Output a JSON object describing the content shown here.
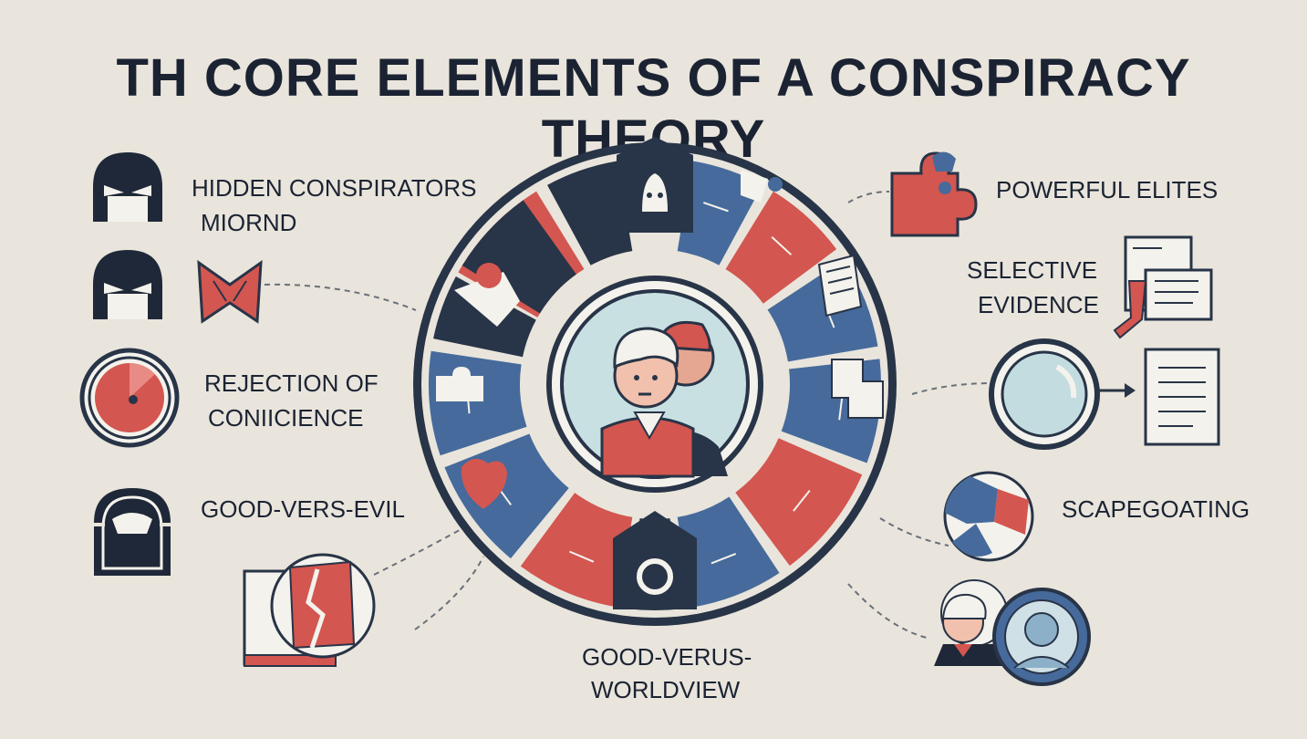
{
  "title": "TH CORE ELEMENTS OF A CONSPIRACY THEORY",
  "colors": {
    "background": "#e9e5dc",
    "navy": "#283447",
    "red": "#d35650",
    "blue": "#466a9b",
    "paper": "#f4f2ec"
  },
  "left_labels": {
    "hidden_line1": "HIDDEN CONSPIRATORS",
    "hidden_line2": "MIORND",
    "rejection_line1": "REJECTION OF",
    "rejection_line2": "CONIICIENCE",
    "good_vs_evil": "GOOD-VERS-EVIL"
  },
  "right_labels": {
    "powerful_elites": "POWERFUL ELITES",
    "selective_line1": "SELECTIVE",
    "selective_line2": "EVIDENCE",
    "scapegoating": "SCAPEGOATING"
  },
  "bottom_label": {
    "line1": "GOOD-VERUS-",
    "line2": "WORLDVIEW"
  },
  "icons": [
    "masked-head-icon",
    "masked-head-icon",
    "broken-heart-icon",
    "red-gauge-icon",
    "tombstone-mask-icon",
    "broken-book-icon",
    "puzzle-piece-icon",
    "document-stamp-icon",
    "magnifying-glass-icon",
    "document-icon",
    "puzzle-circle-icon",
    "people-circle-icon",
    "people-portrait-icon"
  ]
}
